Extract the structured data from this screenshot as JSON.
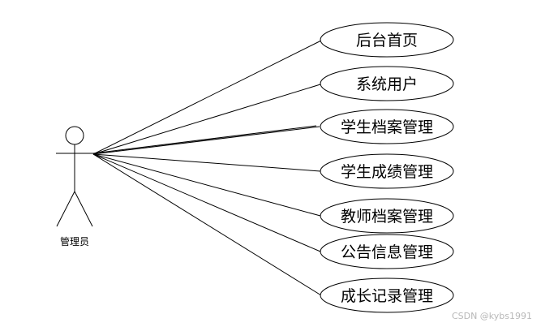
{
  "actor": {
    "name": "管理员"
  },
  "use_cases": [
    {
      "label": "后台首页"
    },
    {
      "label": "系统用户"
    },
    {
      "label": "学生档案管理"
    },
    {
      "label": "学生成绩管理"
    },
    {
      "label": "教师档案管理"
    },
    {
      "label": "公告信息管理"
    },
    {
      "label": "成长记录管理"
    }
  ],
  "watermark": "CSDN @kybs1991",
  "colors": {
    "stroke": "#000000",
    "background": "#ffffff",
    "watermark": "#b8b8b8"
  }
}
